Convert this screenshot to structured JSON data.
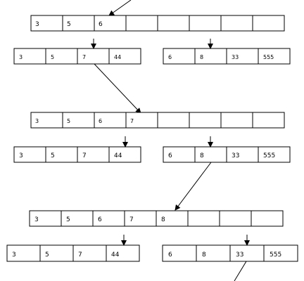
{
  "stages": [
    {
      "merged": [
        "3",
        "5",
        "6",
        "",
        "",
        "",
        "",
        ""
      ],
      "left": [
        "3",
        "5",
        "7",
        "44"
      ],
      "right": [
        "6",
        "8",
        "33",
        "555"
      ]
    },
    {
      "merged": [
        "3",
        "5",
        "6",
        "7",
        "",
        "",
        "",
        ""
      ],
      "left": [
        "3",
        "5",
        "7",
        "44"
      ],
      "right": [
        "6",
        "8",
        "33",
        "555"
      ]
    },
    {
      "merged": [
        "3",
        "5",
        "6",
        "7",
        "8",
        "",
        "",
        ""
      ],
      "left": [
        "3",
        "5",
        "7",
        "44"
      ],
      "right": [
        "6",
        "8",
        "33",
        "555"
      ]
    }
  ],
  "colors": {
    "line": "#000000",
    "fill": "#ffffff",
    "text": "#000000"
  }
}
